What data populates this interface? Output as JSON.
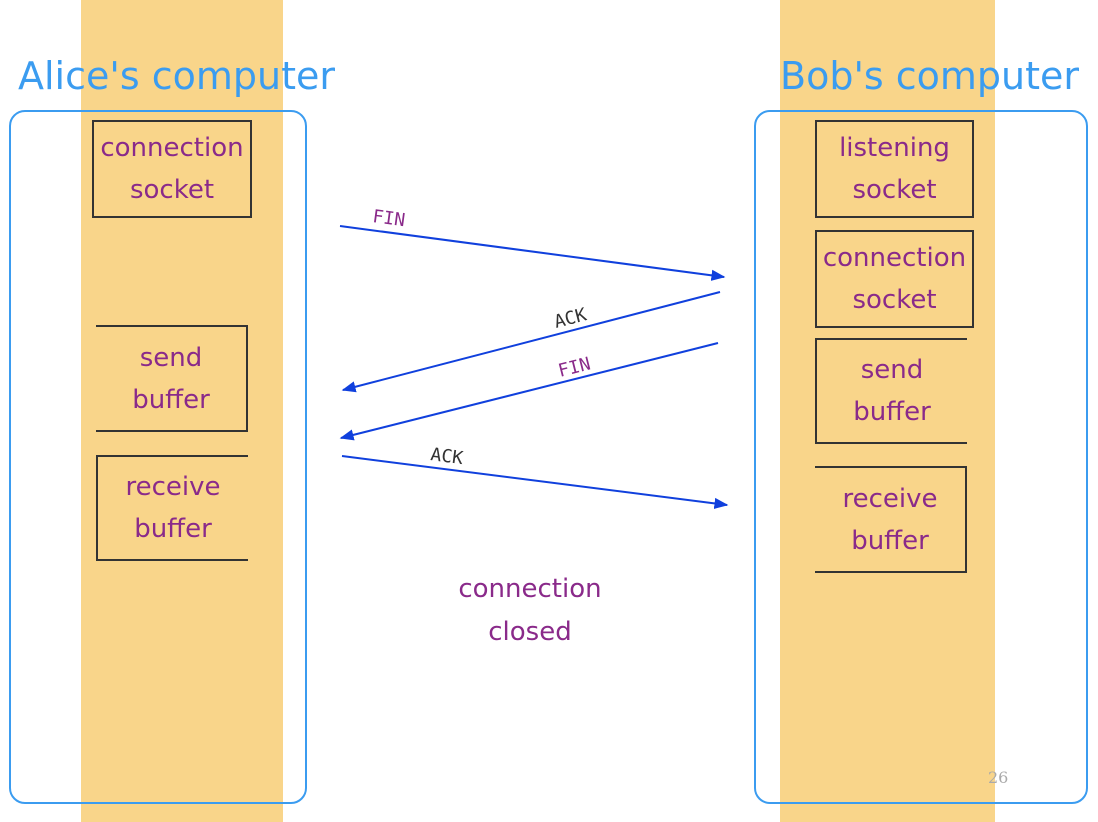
{
  "colors": {
    "band": "#f9d58a",
    "title": "#3b9cf0",
    "frame": "#3b9cf0",
    "box_text": "#8a2a8a",
    "arrow": "#1040dd",
    "fin_label": "#8a2a8a",
    "ack_label": "#333333"
  },
  "alice": {
    "title": "Alice's computer",
    "connection_socket": [
      "connection",
      "socket"
    ],
    "send_buffer": [
      "send",
      "buffer"
    ],
    "receive_buffer": [
      "receive",
      "buffer"
    ]
  },
  "bob": {
    "title": "Bob's computer",
    "listening_socket": [
      "listening",
      "socket"
    ],
    "connection_socket": [
      "connection",
      "socket"
    ],
    "send_buffer": [
      "send",
      "buffer"
    ],
    "receive_buffer": [
      "receive",
      "buffer"
    ]
  },
  "messages": [
    {
      "label": "FIN",
      "direction": "alice-to-bob"
    },
    {
      "label": "ACK",
      "direction": "bob-to-alice"
    },
    {
      "label": "FIN",
      "direction": "bob-to-alice"
    },
    {
      "label": "ACK",
      "direction": "alice-to-bob"
    }
  ],
  "status": [
    "connection",
    "closed"
  ],
  "page_number": "26"
}
